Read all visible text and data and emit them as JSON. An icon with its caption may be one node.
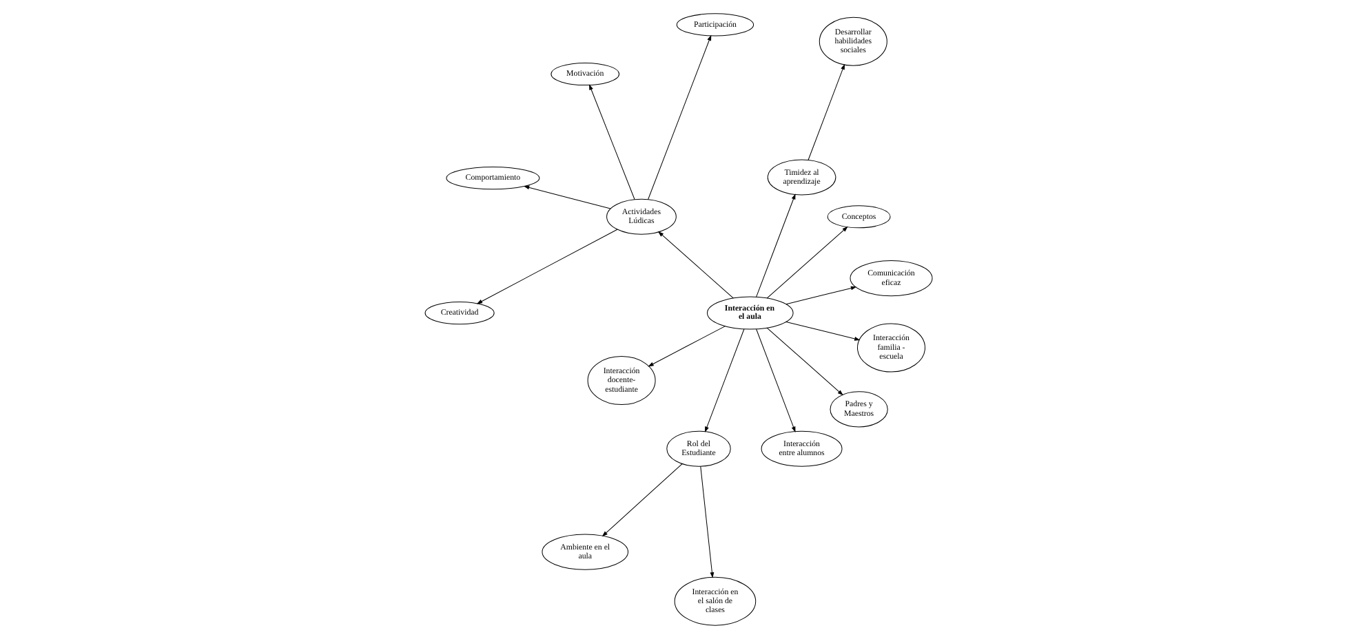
{
  "diagram": {
    "nodes": [
      {
        "text": [
          "Participación"
        ]
      },
      {
        "text": [
          "Comunicación eficaz"
        ]
      },
      {
        "text": [
          "Conceptos"
        ]
      },
      {
        "text": [
          "Timidez al aprendizaje"
        ]
      },
      {
        "text": [
          "Desarrollar habilidades sociales"
        ]
      },
      {
        "text": [
          "Motivación"
        ]
      },
      {
        "text": [
          "Actividades Lúdicas"
        ]
      },
      {
        "text": [
          "Interacción en el aula"
        ]
      },
      {
        "text": [
          "Interacción docente- estudiante"
        ]
      },
      {
        "text": [
          "Rol del Estudiante"
        ]
      },
      {
        "text": [
          "Comportamiento"
        ]
      },
      {
        "text": [
          "Ambiente en el aula"
        ]
      },
      {
        "text": [
          "Creatividad"
        ]
      },
      {
        "text": [
          "Interacción entre alumnos"
        ]
      },
      {
        "text": [
          "Padres y Maestros"
        ]
      },
      {
        "text": [
          "Interacción familia - escuela"
        ]
      },
      {
        "text": [
          "Interacción en el salón de clases"
        ]
      }
    ],
    "edges": [
      {
        "from": 7,
        "to": 6,
        "arrow": "to"
      },
      {
        "from": 7,
        "to": 1,
        "arrow": "to"
      },
      {
        "from": 7,
        "to": 2,
        "arrow": "to"
      },
      {
        "from": 7,
        "to": 3,
        "arrow": "to"
      },
      {
        "from": 3,
        "to": 4,
        "arrow": "to"
      },
      {
        "from": 7,
        "to": 9,
        "arrow": "to"
      },
      {
        "from": 7,
        "to": 8,
        "arrow": "to"
      },
      {
        "from": 7,
        "to": 13,
        "arrow": "to"
      },
      {
        "from": 7,
        "to": 15,
        "arrow": "to"
      },
      {
        "from": 7,
        "to": 14,
        "arrow": "to"
      },
      {
        "from": 6,
        "to": 0,
        "arrow": "to"
      },
      {
        "from": 6,
        "to": 5,
        "arrow": "to"
      },
      {
        "from": 6,
        "to": 10,
        "arrow": "to"
      },
      {
        "from": 6,
        "to": 12,
        "arrow": "to"
      },
      {
        "from": 9,
        "to": 11,
        "arrow": "to"
      },
      {
        "from": 9,
        "to": 16,
        "arrow": "to"
      }
    ]
  }
}
